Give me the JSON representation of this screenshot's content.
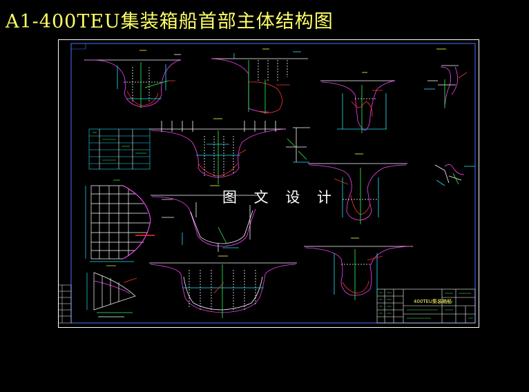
{
  "page": {
    "title": "A1-400TEU集装箱船首部主体结构图"
  },
  "drawing": {
    "watermark": "图 文 设 计",
    "title_block_name": "400TEU集装箱船",
    "colors": {
      "background": "#000000",
      "title": "#ffff66",
      "frame": "#ffffff",
      "hull": "#ff44ff",
      "line_cyan": "#22e5ff",
      "line_green": "#33ff55",
      "line_white": "#ffffff",
      "line_red": "#ff3333",
      "line_yellow": "#ffff44",
      "line_blue": "#4477ff"
    }
  }
}
